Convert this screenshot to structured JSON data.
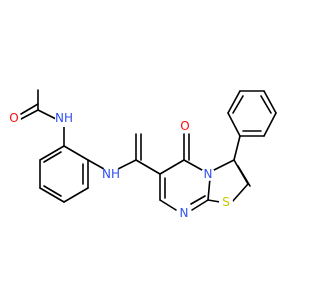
{
  "molecule": {
    "colors": {
      "bond": "#000000",
      "oxygen": "#ff0d0d",
      "nitrogen": "#2f50f8",
      "sulfur": "#c8c800",
      "background": "#ffffff"
    },
    "atoms": {
      "o_acetyl": "O",
      "nh_acetamide": "NH",
      "nh_amide": "NH",
      "o_carbonyl": "O",
      "n_fused": "N",
      "n_ring": "N",
      "s_thiazole": "S"
    }
  }
}
